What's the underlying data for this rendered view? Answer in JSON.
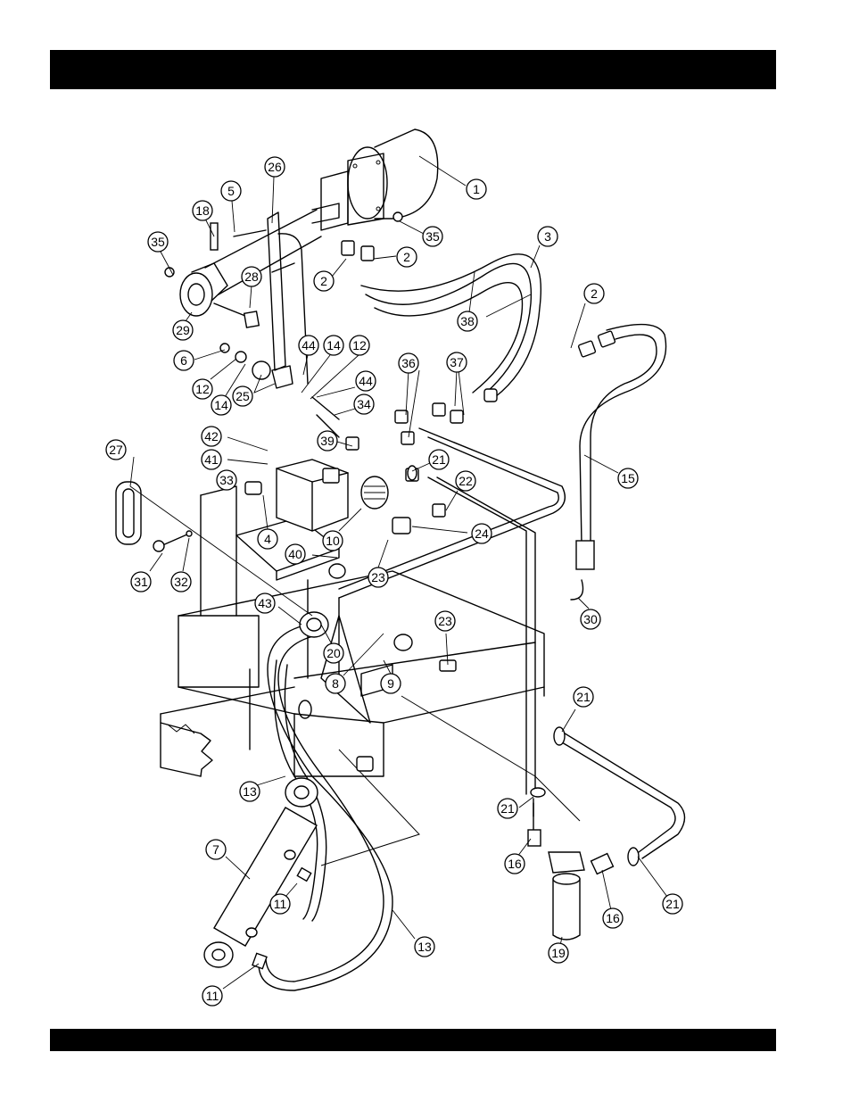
{
  "header_bar": {
    "text": ""
  },
  "footer_bar": {
    "text": ""
  },
  "callouts": [
    {
      "id": "c1",
      "label": "1"
    },
    {
      "id": "c2a",
      "label": "2"
    },
    {
      "id": "c2b",
      "label": "2"
    },
    {
      "id": "c2c",
      "label": "2"
    },
    {
      "id": "c3",
      "label": "3"
    },
    {
      "id": "c4",
      "label": "4"
    },
    {
      "id": "c5",
      "label": "5"
    },
    {
      "id": "c6",
      "label": "6"
    },
    {
      "id": "c7",
      "label": "7"
    },
    {
      "id": "c8",
      "label": "8"
    },
    {
      "id": "c9",
      "label": "9"
    },
    {
      "id": "c10",
      "label": "10"
    },
    {
      "id": "c11a",
      "label": "11"
    },
    {
      "id": "c11b",
      "label": "11"
    },
    {
      "id": "c12a",
      "label": "12"
    },
    {
      "id": "c12b",
      "label": "12"
    },
    {
      "id": "c13a",
      "label": "13"
    },
    {
      "id": "c13b",
      "label": "13"
    },
    {
      "id": "c14a",
      "label": "14"
    },
    {
      "id": "c14b",
      "label": "14"
    },
    {
      "id": "c15",
      "label": "15"
    },
    {
      "id": "c16a",
      "label": "16"
    },
    {
      "id": "c16b",
      "label": "16"
    },
    {
      "id": "c18",
      "label": "18"
    },
    {
      "id": "c19",
      "label": "19"
    },
    {
      "id": "c20",
      "label": "20"
    },
    {
      "id": "c21a",
      "label": "21"
    },
    {
      "id": "c21b",
      "label": "21"
    },
    {
      "id": "c21c",
      "label": "21"
    },
    {
      "id": "c21d",
      "label": "21"
    },
    {
      "id": "c22",
      "label": "22"
    },
    {
      "id": "c23a",
      "label": "23"
    },
    {
      "id": "c23b",
      "label": "23"
    },
    {
      "id": "c24",
      "label": "24"
    },
    {
      "id": "c25",
      "label": "25"
    },
    {
      "id": "c26",
      "label": "26"
    },
    {
      "id": "c27",
      "label": "27"
    },
    {
      "id": "c28",
      "label": "28"
    },
    {
      "id": "c29",
      "label": "29"
    },
    {
      "id": "c30",
      "label": "30"
    },
    {
      "id": "c31",
      "label": "31"
    },
    {
      "id": "c32",
      "label": "32"
    },
    {
      "id": "c33",
      "label": "33"
    },
    {
      "id": "c34",
      "label": "34"
    },
    {
      "id": "c35a",
      "label": "35"
    },
    {
      "id": "c35b",
      "label": "35"
    },
    {
      "id": "c36",
      "label": "36"
    },
    {
      "id": "c37",
      "label": "37"
    },
    {
      "id": "c38",
      "label": "38"
    },
    {
      "id": "c39",
      "label": "39"
    },
    {
      "id": "c40",
      "label": "40"
    },
    {
      "id": "c41",
      "label": "41"
    },
    {
      "id": "c42",
      "label": "42"
    },
    {
      "id": "c43",
      "label": "43"
    },
    {
      "id": "c44a",
      "label": "44"
    },
    {
      "id": "c44b",
      "label": "44"
    }
  ]
}
